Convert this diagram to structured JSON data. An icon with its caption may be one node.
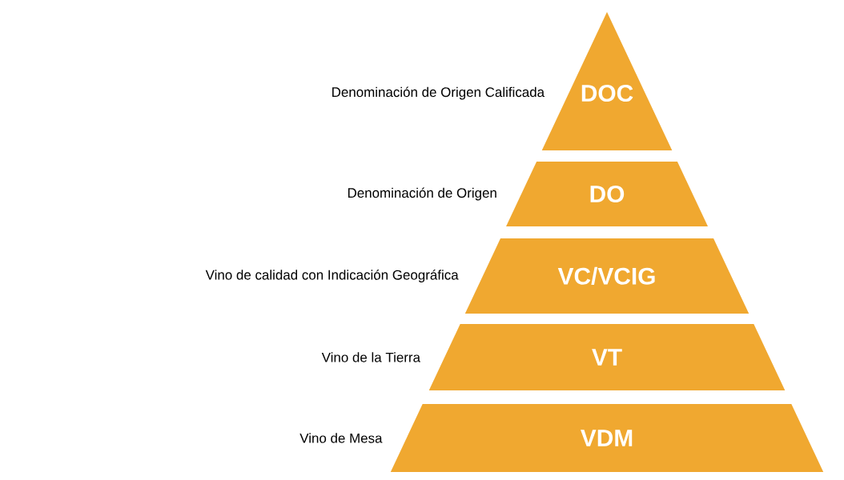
{
  "diagram": {
    "nodes": [
      {
        "text": [
          "DOC"
        ],
        "beside": [
          "Denominación de Origen Calificada"
        ]
      },
      {
        "text": [
          "DO"
        ],
        "beside": [
          "Denominación de Origen"
        ]
      },
      {
        "text": [
          "VC/VCIG"
        ],
        "beside": [
          "Vino de calidad con Indicación Geográfica"
        ]
      },
      {
        "text": [
          "VT"
        ],
        "beside": [
          "Vino de la Tierra"
        ]
      },
      {
        "text": [
          "VDM"
        ],
        "beside": [
          "Vino de Mesa"
        ]
      }
    ]
  }
}
